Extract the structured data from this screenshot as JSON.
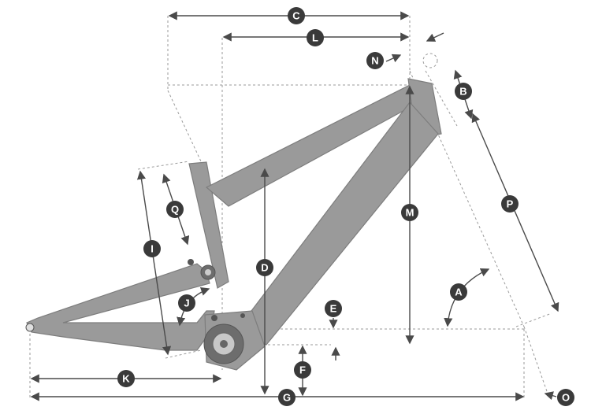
{
  "diagram": {
    "labels": [
      "A",
      "B",
      "C",
      "D",
      "E",
      "F",
      "G",
      "I",
      "J",
      "K",
      "L",
      "M",
      "N",
      "O",
      "P",
      "Q"
    ],
    "colors": {
      "badge": "#3a3a3a",
      "badge_text": "#ffffff",
      "frame": "#9a9a9a",
      "dimension_line": "#4a4a4a",
      "guide_line": "#9a9a9a"
    }
  }
}
